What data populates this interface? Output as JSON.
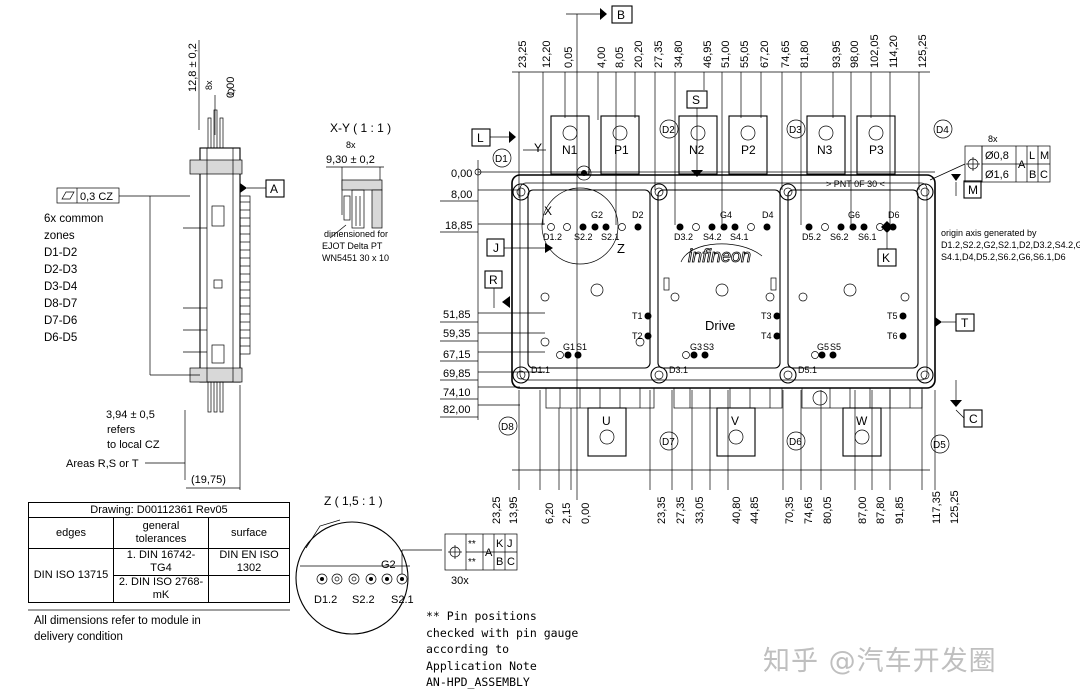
{
  "side_view": {
    "dim_height": "12,8 ± 0,2",
    "dim_8x": "8x",
    "dim_zero": "0,00",
    "flatness": "0,3 CZ",
    "datum_a": "A",
    "dim_394": "3,94 ± 0,5",
    "refers": "refers",
    "to_local_cz": "to local CZ",
    "areas": "Areas R,S or T",
    "dim_width": "(19,75)"
  },
  "zones_note": [
    "6x common",
    "zones",
    "D1-D2",
    "D2-D3",
    "D3-D4",
    "D8-D7",
    "D7-D6",
    "D6-D5"
  ],
  "xy_detail": {
    "title": "X-Y ( 1 : 1 )",
    "count": "8x",
    "dim": "9,30 ± 0,2",
    "note": [
      "dimensioned for",
      "EJOT Delta PT",
      "WN5451 30 x 10"
    ]
  },
  "z_detail": {
    "title": "Z ( 1,5 : 1 )",
    "labels": [
      "D1.2",
      "S2.2",
      "S2.1",
      "G2"
    ],
    "fcf_stars": [
      "**",
      "**"
    ],
    "fcf_refs": [
      "A",
      "K",
      "J",
      "B",
      "C"
    ],
    "count": "30x"
  },
  "table": {
    "drawing": "Drawing: D00112361 Rev05",
    "col1": "edges",
    "col2": "general tolerances",
    "col3": "surface",
    "r1c1": "DIN ISO 13715",
    "r1c2": "1. DIN 16742-TG4",
    "r1c3": "DIN EN ISO 1302",
    "r2c2": "2. DIN ISO 2768-mK"
  },
  "footnote": [
    "All dimensions refer to module in",
    "delivery condition"
  ],
  "pin_note": [
    "** Pin positions",
    "checked with pin gauge",
    "according to",
    "Application Note",
    "AN-HPD_ASSEMBLY"
  ],
  "main": {
    "datum_b": "B",
    "datum_s": "S",
    "datum_l": "L",
    "datum_j": "J",
    "datum_r": "R",
    "datum_k": "K",
    "datum_t": "T",
    "datum_c": "C",
    "datum_m": "M",
    "letter_y": "Y",
    "letter_x": "X",
    "letter_z": "Z",
    "top_dims": [
      "23,25",
      "12,20",
      "0,05",
      "4,00",
      "8,05",
      "20,20",
      "27,35",
      "34,80",
      "46,95",
      "51,00",
      "55,05",
      "67,20",
      "74,65",
      "81,80",
      "93,95",
      "98,00",
      "102,05",
      "114,20",
      "125,25"
    ],
    "left_dims": [
      "0,00",
      "8,00",
      "18,85",
      "51,85",
      "59,35",
      "67,15",
      "69,85",
      "74,10",
      "82,00"
    ],
    "bottom_dims": [
      "23,25",
      "13,95",
      "6,20",
      "2,15",
      "0,00",
      "23,35",
      "27,35",
      "33,05",
      "40,80",
      "44,85",
      "70,35",
      "74,65",
      "80,05",
      "87,00",
      "87,80",
      "91,85",
      "117,35",
      "125,25"
    ],
    "terminals_top": [
      "N1",
      "P1",
      "N2",
      "P2",
      "N3",
      "P3"
    ],
    "terminals_bottom": [
      "U",
      "V",
      "W"
    ],
    "zones": [
      "D1",
      "D2",
      "D3",
      "D4",
      "D5",
      "D6",
      "D7",
      "D8"
    ],
    "brand": "infineon",
    "drive": "Drive",
    "pin_labels_top": [
      "D1.2",
      "S2.2",
      "G2",
      "S2.1",
      "D2",
      "D3.2",
      "S4.2",
      "G4",
      "S4.1",
      "D4",
      "D5.2",
      "S6.2",
      "G6",
      "S6.1",
      "D6"
    ],
    "pin_labels_bottom": [
      "G1",
      "S1",
      "G3",
      "S3",
      "G5",
      "S5",
      "D1.1",
      "D3.1",
      "D5.1"
    ],
    "temp_labels": [
      "T1",
      "T2",
      "T3",
      "T4",
      "T5",
      "T6"
    ],
    "pnt": "> PNT 0F 30 <",
    "fcf_8x": "8x",
    "fcf_row1_tol": "Ø0,8",
    "fcf_row2_tol": "Ø1,6",
    "fcf_refs": [
      "A",
      "L",
      "M",
      "B",
      "C"
    ],
    "origin_note": [
      "origin axis generated by",
      "D1.2,S2.2,G2,S2.1,D2,D3.2,S4.2,G4,",
      "S4.1,D4,D5.2,S6.2,G6,S6.1,D6"
    ]
  },
  "watermark": "知乎 @汽车开发圈"
}
